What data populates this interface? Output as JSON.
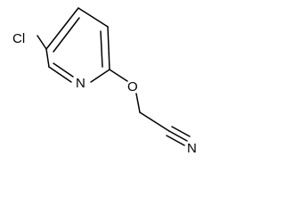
{
  "atoms": {
    "chlorine": "Cl",
    "ring_nitrogen": "N",
    "oxygen": "O",
    "nitrile_nitrogen": "N"
  },
  "colors": {
    "bond": "#000000",
    "text": "#000000",
    "background": "#ffffff"
  }
}
